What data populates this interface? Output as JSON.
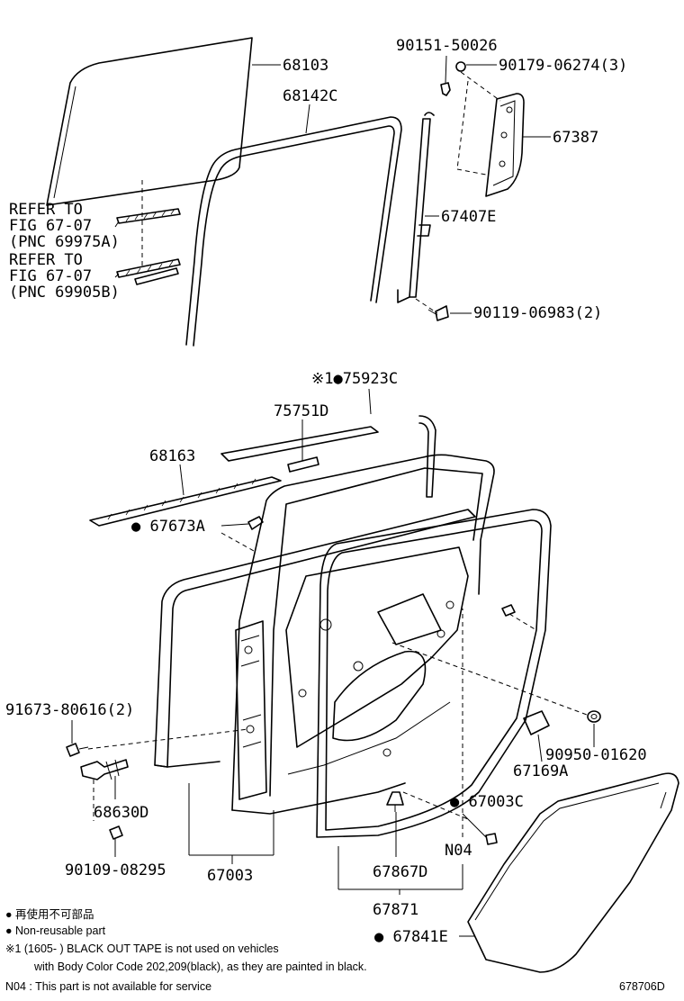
{
  "diagram": {
    "labels": {
      "p68103": "68103",
      "p68142C": "68142C",
      "p90151": "90151-50026",
      "p90179": "90179-06274(3)",
      "p67387": "67387",
      "p67407E": "67407E",
      "p90119": "90119-06983(2)",
      "ref1_l1": "REFER TO",
      "ref1_l2": "FIG 67-07",
      "ref1_l3": "(PNC 69975A)",
      "ref2_l1": "REFER TO",
      "ref2_l2": "FIG 67-07",
      "ref2_l3": "(PNC 69905B)",
      "p75923C": "※1●75923C",
      "p75751D": "75751D",
      "p68163": "68163",
      "p67673A": "● 67673A",
      "p91673": "91673-80616(2)",
      "p90950": "90950-01620",
      "p67169A": "67169A",
      "p68630D": "68630D",
      "p67003C": "● 67003C",
      "p90109": "90109-08295",
      "p67003": "67003",
      "p67867D": "67867D",
      "pN04": "N04",
      "p67871": "67871",
      "p67841E": "● 67841E"
    },
    "legend": {
      "line1": "● 再使用不可部品",
      "line2": "● Non-reusable part",
      "line3": "※1 (1605-       ) BLACK OUT TAPE is not used on vehicles",
      "line4": "with Body Color Code 202,209(black), as they are painted in black.",
      "line5": "N04 : This part is not available for service"
    },
    "figure_id": "678706D"
  }
}
